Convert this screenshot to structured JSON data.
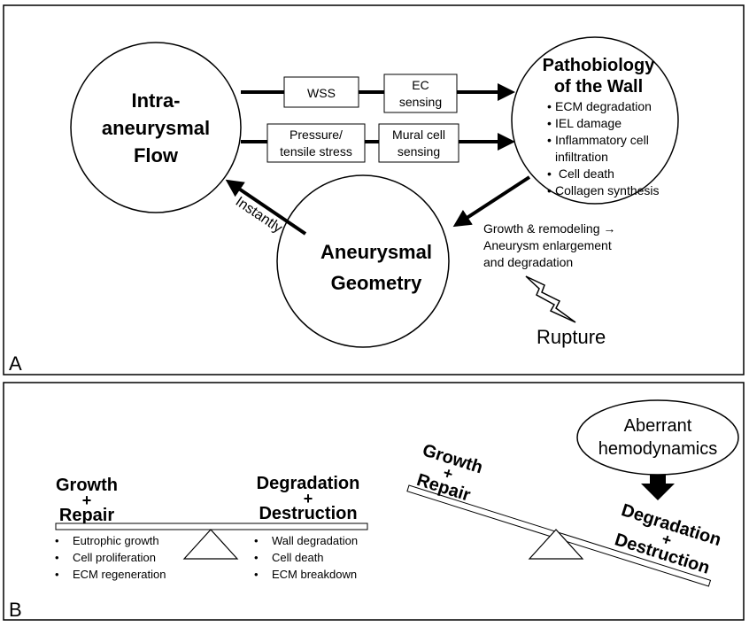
{
  "panel_a": {
    "label": "A",
    "flow_circle": [
      "Intra-",
      "aneurysmal",
      "Flow"
    ],
    "wall_circle": {
      "title": [
        "Pathobiology",
        "of the Wall"
      ],
      "bullets": [
        "ECM degradation",
        "IEL damage",
        "Inflammatory cell",
        "infiltration",
        " Cell death",
        "Collagen synthesis"
      ]
    },
    "geometry_circle": [
      "Aneurysmal",
      "Geometry"
    ],
    "boxes": {
      "wss": "WSS",
      "ec_sensing": [
        "EC",
        "sensing"
      ],
      "pressure": [
        "Pressure/",
        "tensile stress"
      ],
      "mural": [
        "Mural cell",
        "sensing"
      ]
    },
    "instantly": "Instantly",
    "growth_text": [
      "Growth & remodeling →",
      "Aneurysm enlargement",
      "and degradation"
    ],
    "rupture": "Rupture"
  },
  "panel_b": {
    "label": "B",
    "left_scale": {
      "growth_repair": [
        "Growth",
        "+",
        "Repair"
      ],
      "degradation_destruction": [
        "Degradation",
        "+",
        "Destruction"
      ],
      "growth_bullets": [
        "Eutrophic growth",
        "Cell proliferation",
        "ECM regeneration"
      ],
      "degradation_bullets": [
        "Wall degradation",
        "Cell death",
        "ECM breakdown"
      ]
    },
    "right_scale": {
      "growth_repair": [
        "Growth",
        "+",
        "Repair"
      ],
      "degradation_destruction": [
        "Degradation",
        "+",
        "Destruction"
      ],
      "aberrant": [
        "Aberrant",
        "hemodynamics"
      ]
    }
  }
}
